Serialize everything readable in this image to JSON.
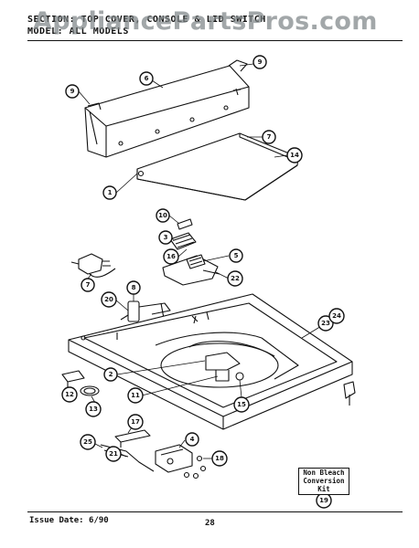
{
  "header": {
    "section_line": "SECTION: TOP COVER, CONSOLE & LID SWITCH",
    "model_line": "MODEL: ALL MODELS"
  },
  "watermark": "AppliancePartsPros.com",
  "kit_box": {
    "line1": "Non Bleach",
    "line2": "Conversion",
    "line3": "Kit"
  },
  "footer": {
    "issue_date": "Issue Date: 6/90",
    "page_number": "28"
  },
  "callouts": [
    "9",
    "6",
    "9",
    "7",
    "14",
    "1",
    "10",
    "3",
    "16",
    "5",
    "22",
    "7",
    "8",
    "20",
    "23",
    "24",
    "2",
    "11",
    "15",
    "12",
    "13",
    "17",
    "4",
    "25",
    "21",
    "18",
    "19"
  ],
  "colors": {
    "ink": "#111111",
    "paper": "#ffffff",
    "watermark": "#7f8688"
  }
}
